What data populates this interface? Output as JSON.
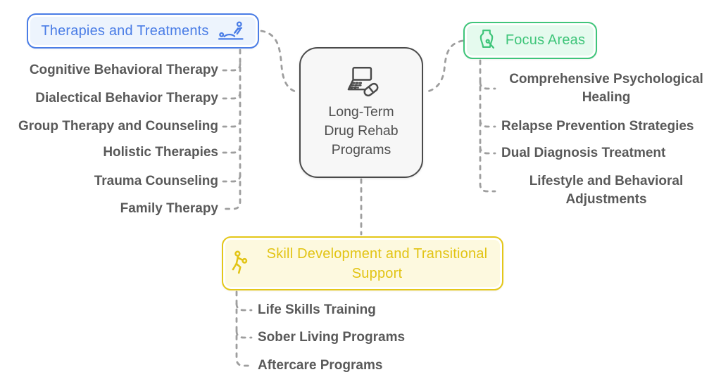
{
  "center": {
    "label": "Long-Term Drug Rehab Programs",
    "icon": "laptop-pill-icon",
    "fill": "#f7f7f7",
    "border_color": "#4a4a4a",
    "text_color": "#4f4f4f"
  },
  "connector_color": "#9e9e9e",
  "item_text_color": "#595959",
  "branches": [
    {
      "label": "Therapies and Treatments",
      "icon": "massage-therapy-icon",
      "accent": "#4a7de6",
      "fill": "#edf4fd",
      "items": [
        "Cognitive Behavioral Therapy",
        "Dialectical Behavior Therapy",
        "Group Therapy and Counseling",
        "Holistic Therapies",
        "Trauma Counseling",
        "Family Therapy"
      ]
    },
    {
      "label": "Focus Areas",
      "icon": "vase-paintbrush-icon",
      "accent": "#3fc57a",
      "fill": "#e5faee",
      "items": [
        "Comprehensive Psychological Healing",
        "Relapse Prevention Strategies",
        "Dual Diagnosis Treatment",
        "Lifestyle and Behavioral Adjustments"
      ]
    },
    {
      "label": "Skill Development and Transitional Support",
      "icon": "exercise-person-icon",
      "accent": "#e4c718",
      "fill": "#fdf9df",
      "items": [
        "Life Skills Training",
        "Sober Living Programs",
        "Aftercare Programs"
      ]
    }
  ]
}
